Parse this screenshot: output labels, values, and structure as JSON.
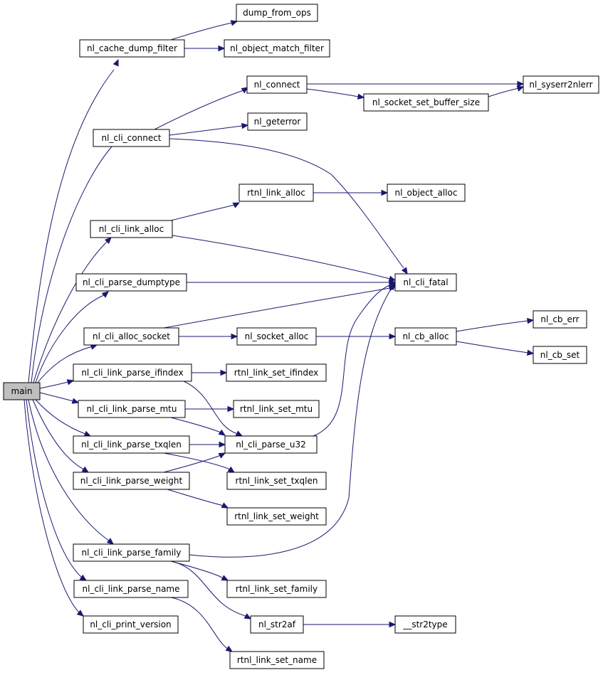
{
  "nodes": {
    "main": "main",
    "nl_cache_dump_filter": "nl_cache_dump_filter",
    "dump_from_ops": "dump_from_ops",
    "nl_object_match_filter": "nl_object_match_filter",
    "nl_connect": "nl_connect",
    "nl_syserr2nlerr": "nl_syserr2nlerr",
    "nl_socket_set_buffer_size": "nl_socket_set_buffer_size",
    "nl_cli_connect": "nl_cli_connect",
    "nl_geterror": "nl_geterror",
    "rtnl_link_alloc": "rtnl_link_alloc",
    "nl_object_alloc": "nl_object_alloc",
    "nl_cli_link_alloc": "nl_cli_link_alloc",
    "nl_cli_fatal": "nl_cli_fatal",
    "nl_cli_parse_dumptype": "nl_cli_parse_dumptype",
    "nl_cb_err": "nl_cb_err",
    "nl_cli_alloc_socket": "nl_cli_alloc_socket",
    "nl_socket_alloc": "nl_socket_alloc",
    "nl_cb_alloc": "nl_cb_alloc",
    "nl_cb_set": "nl_cb_set",
    "nl_cli_link_parse_ifindex": "nl_cli_link_parse_ifindex",
    "rtnl_link_set_ifindex": "rtnl_link_set_ifindex",
    "nl_cli_link_parse_mtu": "nl_cli_link_parse_mtu",
    "rtnl_link_set_mtu": "rtnl_link_set_mtu",
    "nl_cli_link_parse_txqlen": "nl_cli_link_parse_txqlen",
    "nl_cli_parse_u32": "nl_cli_parse_u32",
    "nl_cli_link_parse_weight": "nl_cli_link_parse_weight",
    "rtnl_link_set_txqlen": "rtnl_link_set_txqlen",
    "rtnl_link_set_weight": "rtnl_link_set_weight",
    "nl_cli_link_parse_family": "nl_cli_link_parse_family",
    "rtnl_link_set_family": "rtnl_link_set_family",
    "nl_cli_link_parse_name": "nl_cli_link_parse_name",
    "nl_str2af": "nl_str2af",
    "__str2type": "__str2type",
    "nl_cli_print_version": "nl_cli_print_version",
    "rtnl_link_set_name": "rtnl_link_set_name"
  },
  "colors": {
    "edge": "#191970",
    "highlight_fill": "#bfbfbf"
  }
}
